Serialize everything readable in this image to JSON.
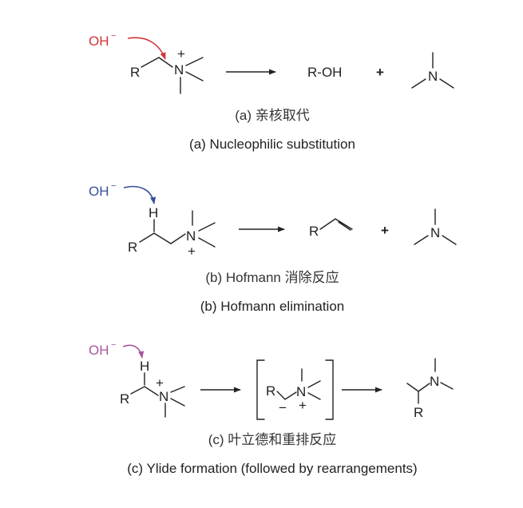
{
  "colors": {
    "ink": "#222222",
    "hydroxide_a": "#d1343a",
    "hydroxide_b": "#3a4f9a",
    "hydroxide_c": "#a5569b"
  },
  "panels": {
    "a": {
      "hydroxide": "OH",
      "charge_minus": "−",
      "r": "R",
      "n": "N",
      "charge_plus": "+",
      "product_alcohol": "R-OH",
      "plus": "+",
      "product_amine_n": "N",
      "caption_cn": "(a) 亲核取代",
      "caption_en": "(a) Nucleophilic substitution"
    },
    "b": {
      "hydroxide": "OH",
      "charge_minus": "−",
      "h": "H",
      "r": "R",
      "n": "N",
      "charge_plus": "+",
      "product_alkene_r": "R",
      "plus": "+",
      "product_amine_n": "N",
      "caption_cn": "(b) Hofmann 消除反应",
      "caption_en": "(b) Hofmann elimination"
    },
    "c": {
      "hydroxide": "OH",
      "charge_minus": "−",
      "h": "H",
      "r": "R",
      "n": "N",
      "charge_plus": "+",
      "ylide_r": "R",
      "ylide_n": "N",
      "ylide_minus": "−",
      "ylide_plus": "+",
      "product_n": "N",
      "product_r": "R",
      "caption_cn": "(c) 叶立德和重排反应",
      "caption_en": "(c) Ylide formation (followed by rearrangements)"
    }
  }
}
